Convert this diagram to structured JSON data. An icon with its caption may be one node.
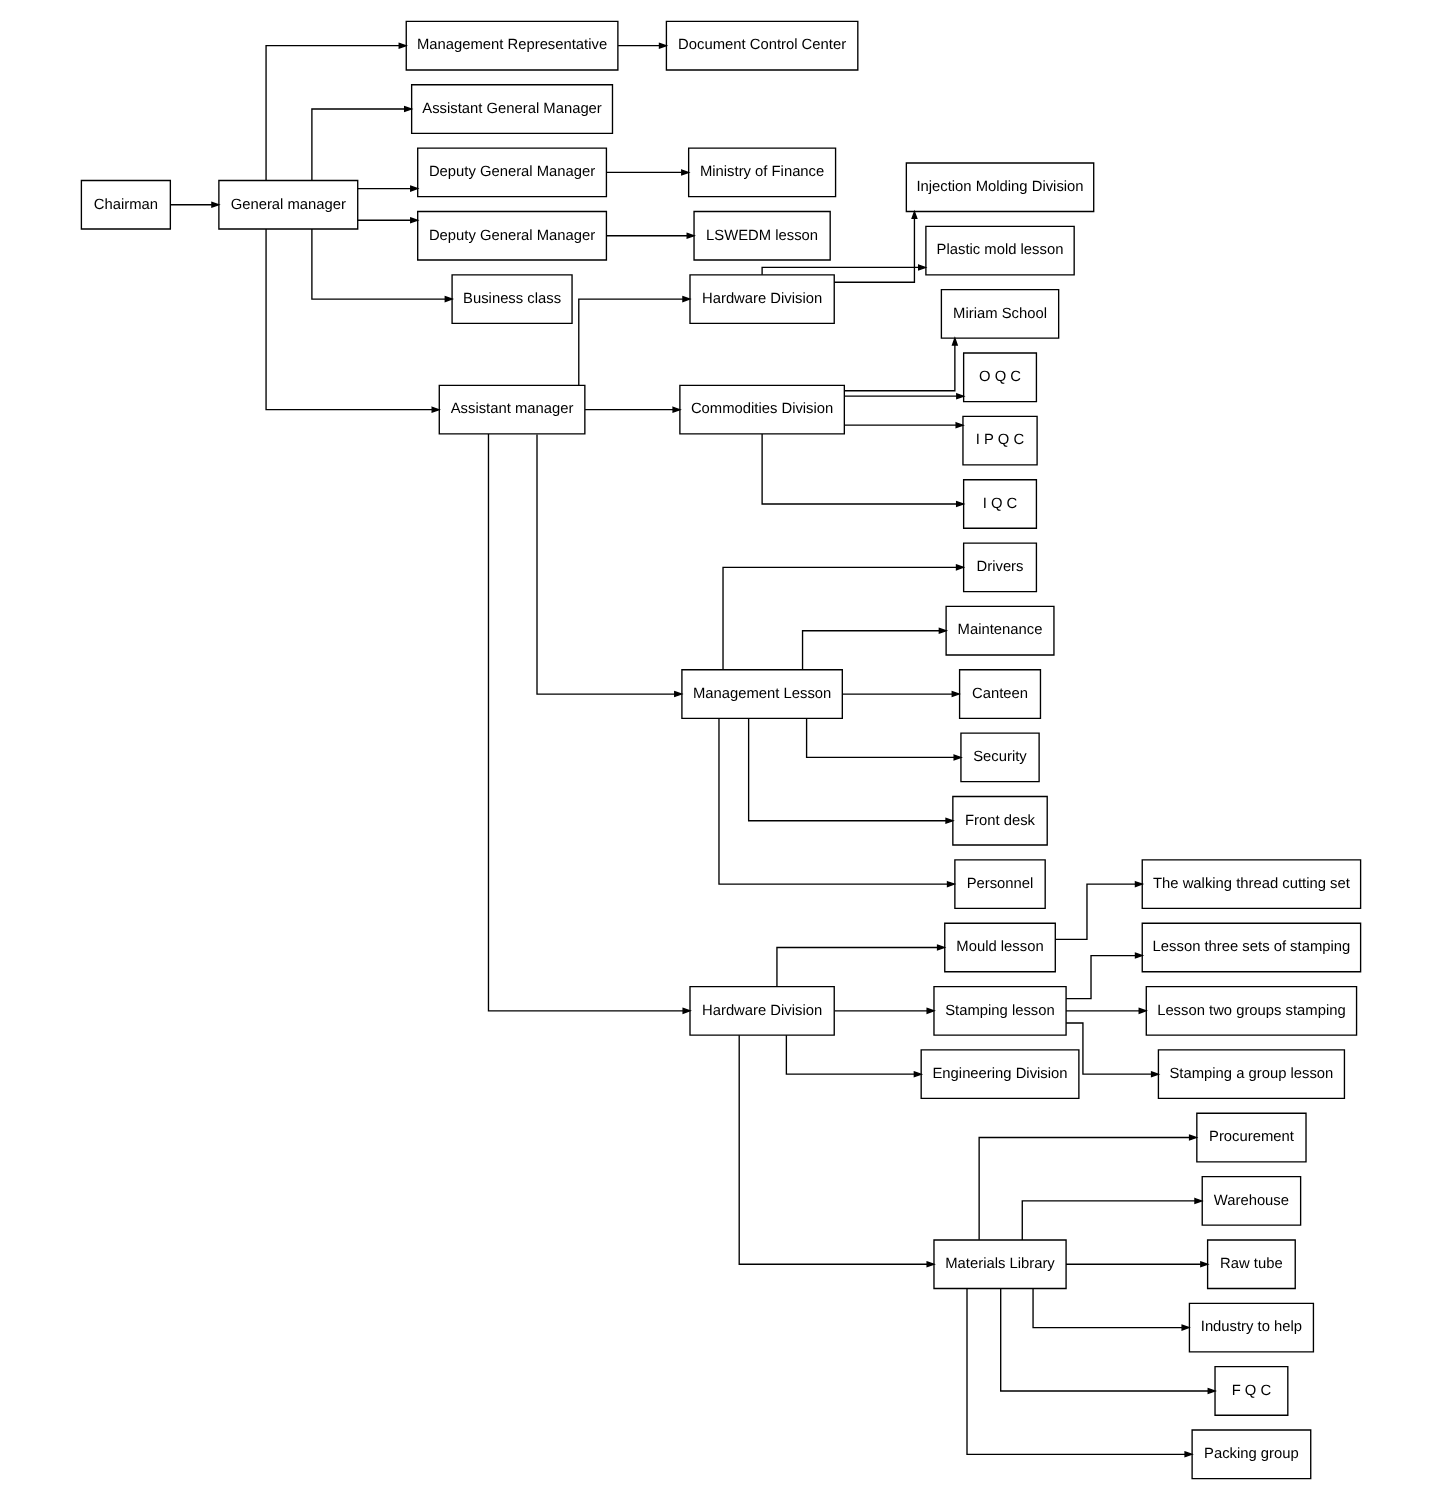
{
  "diagram": {
    "nodes": [
      {
        "text": [
          "Chairman"
        ]
      },
      {
        "text": [
          "General manager"
        ]
      },
      {
        "text": [
          "Management Representative"
        ]
      },
      {
        "text": [
          "Assistant General Manager"
        ]
      },
      {
        "text": [
          "Deputy General Manager"
        ]
      },
      {
        "text": [
          "Deputy General Manager"
        ]
      },
      {
        "text": [
          "Document Control Center"
        ]
      },
      {
        "text": [
          "Ministry of Finance"
        ]
      },
      {
        "text": [
          "Business class"
        ]
      },
      {
        "text": [
          "Assistant manager"
        ]
      },
      {
        "text": [
          "Hardware Division"
        ]
      },
      {
        "text": [
          "Injection Molding Division"
        ]
      },
      {
        "text": [
          "Plastic mold lesson"
        ]
      },
      {
        "text": [
          "Commodities Division"
        ]
      },
      {
        "text": [
          "Management Lesson"
        ]
      },
      {
        "text": [
          "Miriam School"
        ]
      },
      {
        "text": [
          "O Q C"
        ]
      },
      {
        "text": [
          "I P Q C"
        ]
      },
      {
        "text": [
          "I Q C"
        ]
      },
      {
        "text": [
          "Drivers"
        ]
      },
      {
        "text": [
          "Maintenance"
        ]
      },
      {
        "text": [
          "Canteen"
        ]
      },
      {
        "text": [
          "Security"
        ]
      },
      {
        "text": [
          "Front desk"
        ]
      },
      {
        "text": [
          "Personnel"
        ]
      },
      {
        "text": [
          "Hardware Division"
        ]
      },
      {
        "text": [
          "Mould lesson"
        ]
      },
      {
        "text": [
          "The walking thread cutting set"
        ]
      },
      {
        "text": [
          "Stamping lesson"
        ]
      },
      {
        "text": [
          "Lesson three sets of stamping"
        ]
      },
      {
        "text": [
          "Lesson two groups stamping"
        ]
      },
      {
        "text": [
          "Stamping a group lesson"
        ]
      },
      {
        "text": [
          "Engineering Division"
        ]
      },
      {
        "text": [
          "Materials Library"
        ]
      },
      {
        "text": [
          "Procurement"
        ]
      },
      {
        "text": [
          "Warehouse"
        ]
      },
      {
        "text": [
          "Raw tube"
        ]
      },
      {
        "text": [
          "Industry to help"
        ]
      },
      {
        "text": [
          "F Q C"
        ]
      },
      {
        "text": [
          "Packing group"
        ]
      },
      {
        "text": [
          "LSWEDM lesson"
        ]
      }
    ],
    "edges": [
      {
        "from": 0,
        "to": 1,
        "arrow": "to"
      },
      {
        "from": 1,
        "to": 2,
        "arrow": "to"
      },
      {
        "from": 1,
        "to": 3,
        "arrow": "to"
      },
      {
        "from": 2,
        "to": 6,
        "arrow": "to"
      },
      {
        "from": 1,
        "to": 4,
        "arrow": "to"
      },
      {
        "from": 1,
        "to": 5,
        "arrow": "to"
      },
      {
        "from": 4,
        "to": 7,
        "arrow": "to"
      },
      {
        "from": 1,
        "to": 8,
        "arrow": "to"
      },
      {
        "from": 1,
        "to": 9,
        "arrow": "to"
      },
      {
        "from": 9,
        "to": 10,
        "arrow": "to"
      },
      {
        "from": 10,
        "to": 11,
        "arrow": "to"
      },
      {
        "from": 10,
        "to": 12,
        "arrow": "to"
      },
      {
        "from": 9,
        "to": 13,
        "arrow": "to"
      },
      {
        "from": 9,
        "to": 14,
        "arrow": "to"
      },
      {
        "from": 13,
        "to": 15,
        "arrow": "to"
      },
      {
        "from": 13,
        "to": 16,
        "arrow": "to"
      },
      {
        "from": 13,
        "to": 17,
        "arrow": "to"
      },
      {
        "from": 13,
        "to": 18,
        "arrow": "to"
      },
      {
        "from": 14,
        "to": 19,
        "arrow": "to"
      },
      {
        "from": 14,
        "to": 20,
        "arrow": "to"
      },
      {
        "from": 14,
        "to": 21,
        "arrow": "to"
      },
      {
        "from": 14,
        "to": 22,
        "arrow": "to"
      },
      {
        "from": 14,
        "to": 23,
        "arrow": "to"
      },
      {
        "from": 14,
        "to": 24,
        "arrow": "to"
      },
      {
        "from": 9,
        "to": 25,
        "arrow": "to"
      },
      {
        "from": 25,
        "to": 26,
        "arrow": "to"
      },
      {
        "from": 26,
        "to": 27,
        "arrow": "to"
      },
      {
        "from": 25,
        "to": 28,
        "arrow": "to"
      },
      {
        "from": 28,
        "to": 29,
        "arrow": "to"
      },
      {
        "from": 28,
        "to": 30,
        "arrow": "to"
      },
      {
        "from": 28,
        "to": 31,
        "arrow": "to"
      },
      {
        "from": 25,
        "to": 32,
        "arrow": "to"
      },
      {
        "from": 25,
        "to": 33,
        "arrow": "to"
      },
      {
        "from": 33,
        "to": 34,
        "arrow": "to"
      },
      {
        "from": 33,
        "to": 35,
        "arrow": "to"
      },
      {
        "from": 33,
        "to": 36,
        "arrow": "to"
      },
      {
        "from": 33,
        "to": 37,
        "arrow": "to"
      },
      {
        "from": 33,
        "to": 38,
        "arrow": "to"
      },
      {
        "from": 33,
        "to": 39,
        "arrow": "to"
      },
      {
        "from": 5,
        "to": 40,
        "arrow": "to"
      }
    ]
  }
}
